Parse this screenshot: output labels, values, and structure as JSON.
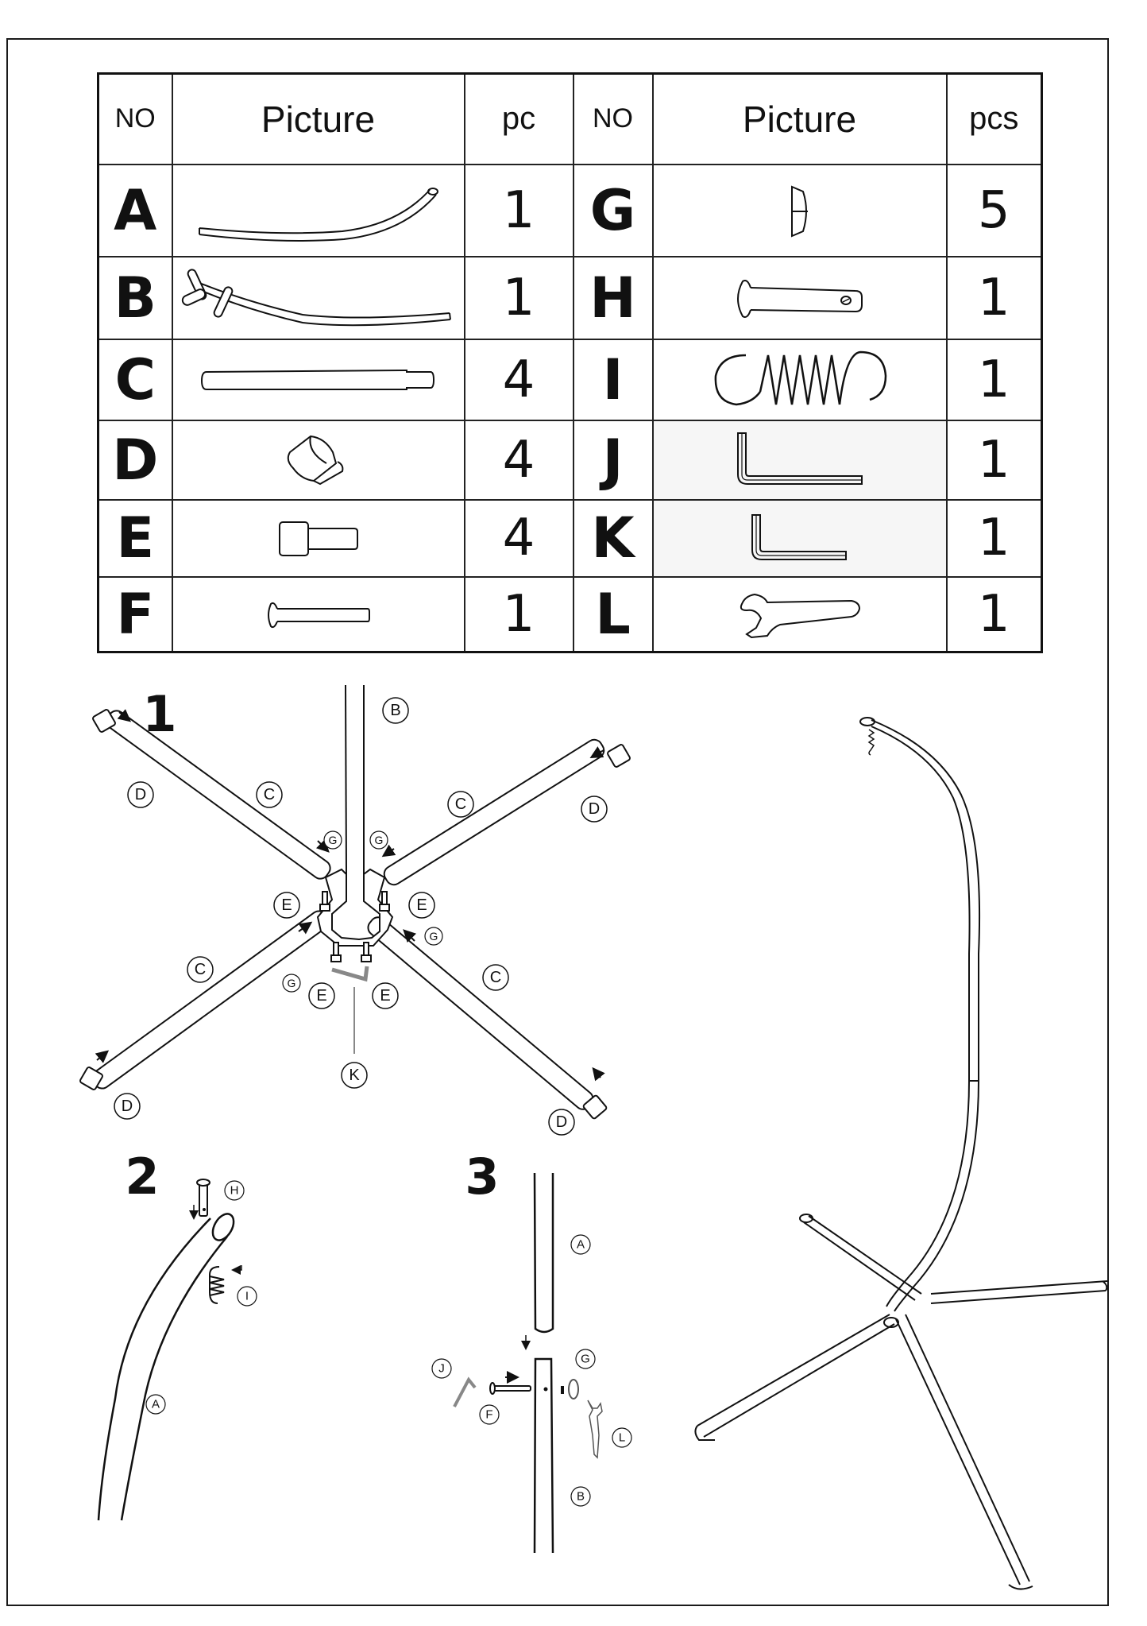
{
  "table": {
    "headers_left": {
      "no": "NO",
      "picture": "Picture",
      "qty": "pc"
    },
    "headers_right": {
      "no": "NO",
      "picture": "Picture",
      "qty": "pcs"
    },
    "rows": [
      {
        "left": {
          "no": "A",
          "part": "curved-upper-pole",
          "qty": "1"
        },
        "right": {
          "no": "G",
          "part": "washer",
          "qty": "5"
        }
      },
      {
        "left": {
          "no": "B",
          "part": "base-pole-with-sockets",
          "qty": "1"
        },
        "right": {
          "no": "H",
          "part": "clevis-pin",
          "qty": "1"
        }
      },
      {
        "left": {
          "no": "C",
          "part": "straight-leg-tube",
          "qty": "4"
        },
        "right": {
          "no": "I",
          "part": "spring-hook",
          "qty": "1"
        }
      },
      {
        "left": {
          "no": "D",
          "part": "end-cap",
          "qty": "4"
        },
        "right": {
          "no": "J",
          "part": "large-allen-key",
          "qty": "1"
        }
      },
      {
        "left": {
          "no": "E",
          "part": "bolt",
          "qty": "4"
        },
        "right": {
          "no": "K",
          "part": "small-allen-key",
          "qty": "1"
        }
      },
      {
        "left": {
          "no": "F",
          "part": "long-bolt",
          "qty": "1"
        },
        "right": {
          "no": "L",
          "part": "wrench",
          "qty": "1"
        }
      }
    ]
  },
  "steps": {
    "step1": {
      "number": "1",
      "labels": {
        "B": "B",
        "C": "C",
        "D": "D",
        "E": "E",
        "G": "G",
        "K": "K"
      }
    },
    "step2": {
      "number": "2",
      "labels": {
        "H": "H",
        "I": "I",
        "A": "A"
      }
    },
    "step3": {
      "number": "3",
      "labels": {
        "A": "A",
        "G": "G",
        "J": "J",
        "F": "F",
        "L": "L",
        "B": "B"
      }
    }
  }
}
